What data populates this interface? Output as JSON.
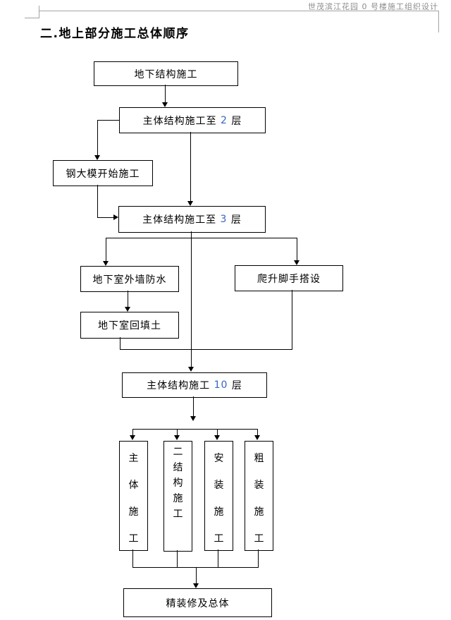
{
  "header": {
    "text": "世茂滨江花园 0 号楼施工组织设计"
  },
  "title": "二.地上部分施工总体顺序",
  "colors": {
    "number": "#3565c5",
    "header_text": "#8c8c8c",
    "line": "#000000"
  },
  "flow": {
    "boxes": {
      "underground": "地下结构施工",
      "main2": {
        "prefix": "主体结构施工至 ",
        "number": "2",
        "suffix": " 层"
      },
      "steel_formwork": "钢大模开始施工",
      "main3": {
        "prefix": "主体结构施工至 ",
        "number": "3",
        "suffix": " 层"
      },
      "waterproof": "地下室外墙防水",
      "scaffold": "爬升脚手搭设",
      "backfill": "地下室回填土",
      "main10": {
        "prefix": "主体结构施工 ",
        "number": "10",
        "suffix": " 层"
      },
      "finish": "精装修及总体"
    },
    "parallel": [
      {
        "label": "主体施工"
      },
      {
        "label": "二结构施工"
      },
      {
        "label": "安装施工"
      },
      {
        "label": "粗装施工"
      }
    ]
  }
}
